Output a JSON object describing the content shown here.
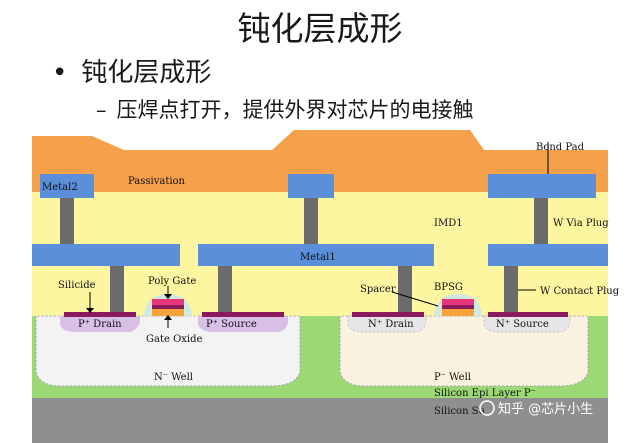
{
  "slide": {
    "title": "钝化层成形",
    "bullet_1": "钝化层成形",
    "bullet_2": "压焊点打开，提供外界对芯片的电接触",
    "dash": "–",
    "dot": "•"
  },
  "labels": {
    "bond_pad": "Bond Pad",
    "passivation": "Passivation",
    "metal2": "Metal2",
    "imd1": "IMD1",
    "w_via_plug": "W Via Plug",
    "metal1": "Metal1",
    "silicide": "Silicide",
    "poly_gate": "Poly Gate",
    "spacer": "Spacer",
    "bpsg": "BPSG",
    "w_contact_plug": "W Contact Plug",
    "p_drain": "P⁺ Drain",
    "p_source": "P⁺ Source",
    "n_drain": "N⁺ Drain",
    "n_source": "N⁺ Source",
    "gate_oxide": "Gate Oxide",
    "n_well": "N⁻ Well",
    "p_well": "P⁻ Well",
    "epi_layer": "Silicon Epi Layer  P⁻",
    "substrate": "Silicon Su",
    "watermark": "知乎 @芯片小生"
  },
  "colors": {
    "passivation": "#f5a04a",
    "imd": "#fdf5a0",
    "metal": "#5b8fd9",
    "plug": "#6b6b6b",
    "epi": "#9cd873",
    "n_well": "#f3f3f3",
    "p_well": "#fbf1e0",
    "p_diffusion": "#d7bfe6",
    "silicide": "#8a1a5c",
    "poly": "#e7357a",
    "gate_oxide": "#f5a33a",
    "spacer": "#cfe9e0",
    "substrate": "#8f8f8f"
  }
}
